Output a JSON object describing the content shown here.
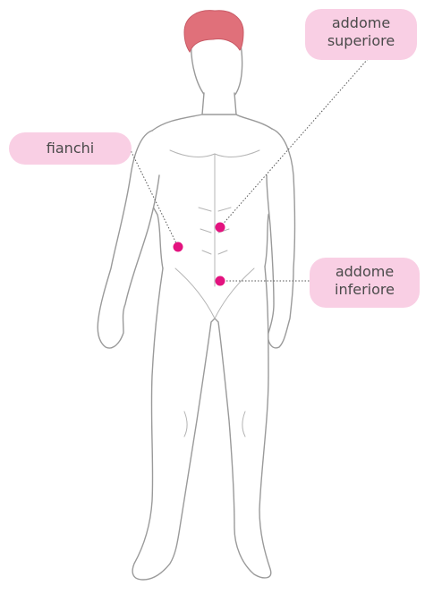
{
  "labels": {
    "upper_abdomen": {
      "line1": "addome",
      "line2": "superiore"
    },
    "hips": {
      "text": "fianchi"
    },
    "lower_abdomen": {
      "line1": "addome",
      "line2": "inferiore"
    }
  },
  "colors": {
    "label_bg": "#f9cfe4",
    "marker": "#e3137f",
    "hair": "#e0707a",
    "skin_outline": "#9a9a9a",
    "text": "#4a4a4a"
  }
}
